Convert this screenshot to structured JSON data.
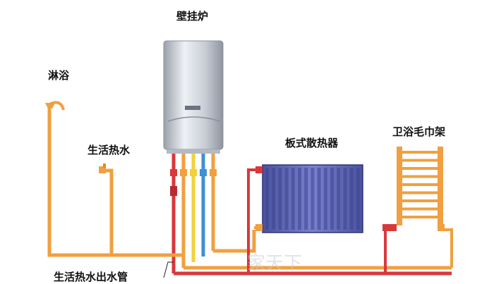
{
  "labels": {
    "boiler": "壁挂炉",
    "shower": "淋浴",
    "hot_water": "生活热水",
    "radiator": "板式散热器",
    "towel_rack": "卫浴毛巾架",
    "outlet_pipe": "生活热水出水管"
  },
  "watermark": "家天下",
  "colors": {
    "pipe_orange": "#f0a040",
    "pipe_red": "#d9383a",
    "pipe_yellow": "#f2d23a",
    "pipe_blue": "#3f8fd6",
    "radiator_blue": "#5a63b8",
    "boiler_silver": "#c9ced6"
  }
}
